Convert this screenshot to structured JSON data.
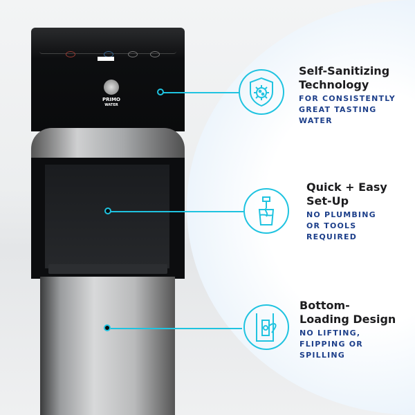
{
  "brand": {
    "logo_text": "PRIMO",
    "logo_sub": "WATER"
  },
  "accent_color": "#1fc3e0",
  "features": [
    {
      "icon": "shield-virus-icon",
      "title_lines": [
        "Self-Sanitizing",
        "Technology"
      ],
      "sub_lines": [
        "FOR CONSISTENTLY",
        "GREAT TASTING",
        "WATER"
      ]
    },
    {
      "icon": "glass-water-icon",
      "title_lines": [
        "Quick + Easy",
        "Set-Up"
      ],
      "sub_lines": [
        "NO PLUMBING",
        "OR TOOLS",
        "REQUIRED"
      ]
    },
    {
      "icon": "bottom-loading-icon",
      "title_lines": [
        "Bottom-",
        "Loading Design"
      ],
      "sub_lines": [
        "NO LIFTING,",
        "FLIPPING OR",
        "SPILLING"
      ]
    }
  ]
}
